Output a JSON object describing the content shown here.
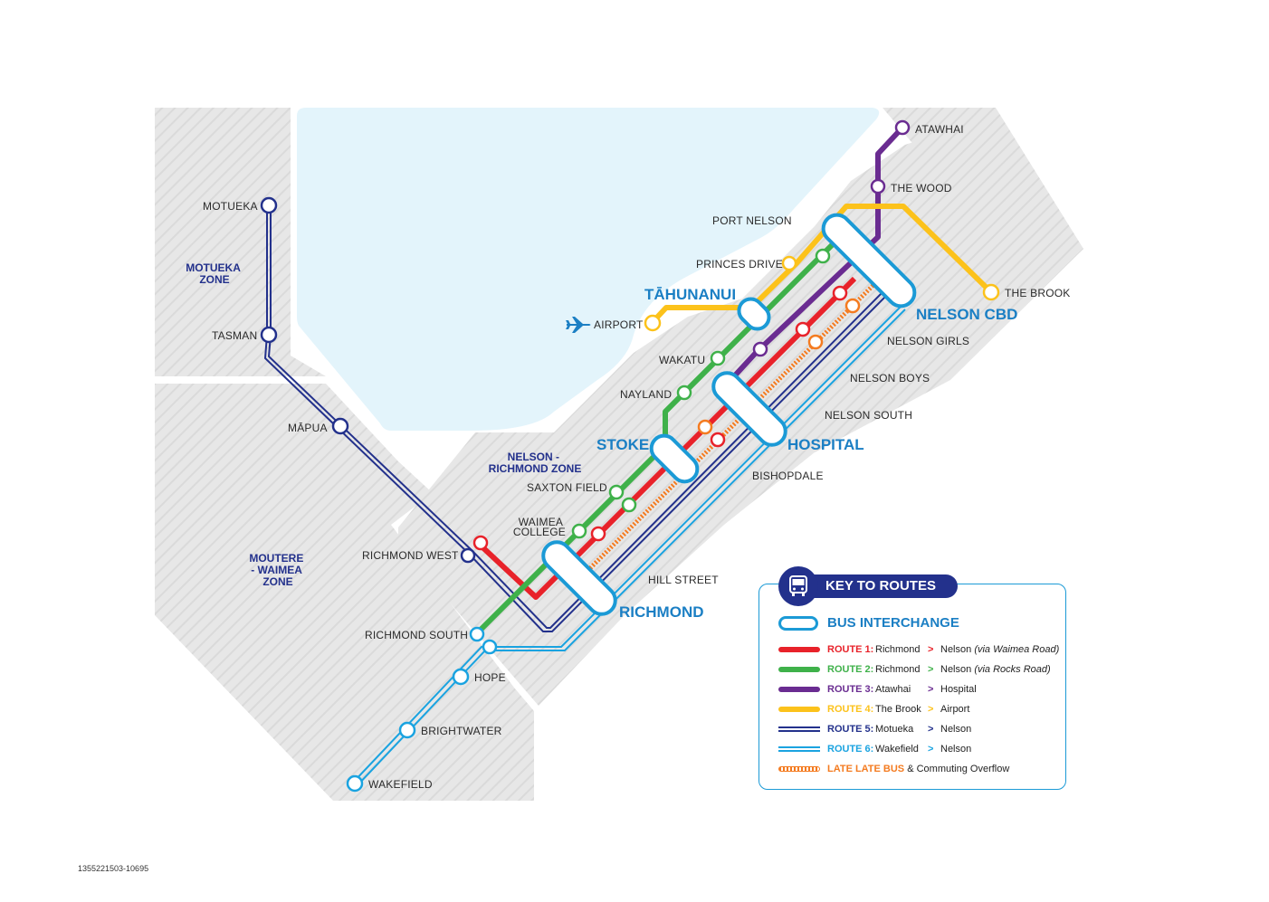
{
  "map": {
    "zones": {
      "motueka": [
        "MOTUEKA",
        "ZONE"
      ],
      "moutere": [
        "MOUTERE",
        "- WAIMEA",
        "ZONE"
      ],
      "nelson_richmond": [
        "NELSON -",
        "RICHMOND ZONE"
      ]
    },
    "hubs": {
      "tahunanui": "TĀHUNANUI",
      "stoke": "STOKE",
      "hospital": "HOSPITAL",
      "richmond": "RICHMOND",
      "nelson_cbd": "NELSON CBD"
    },
    "stations": {
      "atawhai": "ATAWHAI",
      "the_wood": "THE WOOD",
      "port_nelson": "PORT NELSON",
      "princes_drive": "PRINCES DRIVE",
      "the_brook": "THE BROOK",
      "airport": "AIRPORT",
      "nelson_girls": "NELSON GIRLS",
      "wakatu": "WAKATU",
      "nelson_boys": "NELSON BOYS",
      "nayland": "NAYLAND",
      "nelson_south": "NELSON SOUTH",
      "bishopdale": "BISHOPDALE",
      "saxton_field": "SAXTON FIELD",
      "waimea_college": [
        "WAIMEA",
        "COLLEGE"
      ],
      "richmond_west": "RICHMOND WEST",
      "hill_street": "HILL STREET",
      "richmond_south": "RICHMOND SOUTH",
      "hope": "HOPE",
      "brightwater": "BRIGHTWATER",
      "wakefield": "WAKEFIELD",
      "motueka": "MOTUEKA",
      "tasman": "TASMAN",
      "mapua": "MĀPUA"
    },
    "colors": {
      "route1": "#e8222a",
      "route2": "#3fb14a",
      "route3": "#6a2c91",
      "route4": "#fcc21b",
      "route5": "#23318c",
      "route6": "#1aa3e0",
      "late": "#f47b20",
      "interchange": "#1b9ad6",
      "land": "#e6e6e6",
      "water": "#e4f4fb"
    }
  },
  "legend": {
    "title": "KEY TO ROUTES",
    "interchange": "BUS INTERCHANGE",
    "routes": [
      {
        "name": "ROUTE 1:",
        "from": "Richmond",
        "arrow": ">",
        "to": "Nelson",
        "via": "(via Waimea Road)",
        "color": "#e8222a"
      },
      {
        "name": "ROUTE 2:",
        "from": "Richmond",
        "arrow": ">",
        "to": "Nelson",
        "via": "(via Rocks Road)",
        "color": "#3fb14a"
      },
      {
        "name": "ROUTE 3:",
        "from": "Atawhai",
        "arrow": ">",
        "to": "Hospital",
        "via": "",
        "color": "#6a2c91"
      },
      {
        "name": "ROUTE 4:",
        "from": "The Brook",
        "arrow": ">",
        "to": "Airport",
        "via": "",
        "color": "#fcc21b"
      },
      {
        "name": "ROUTE 5:",
        "from": "Motueka",
        "arrow": ">",
        "to": "Nelson",
        "via": "",
        "color": "#23318c"
      },
      {
        "name": "ROUTE 6:",
        "from": "Wakefield",
        "arrow": ">",
        "to": "Nelson",
        "via": "",
        "color": "#1aa3e0"
      }
    ],
    "late": {
      "bold": "LATE LATE BUS",
      "rest": " & Commuting Overflow"
    }
  },
  "footnote": "1355221503-10695"
}
